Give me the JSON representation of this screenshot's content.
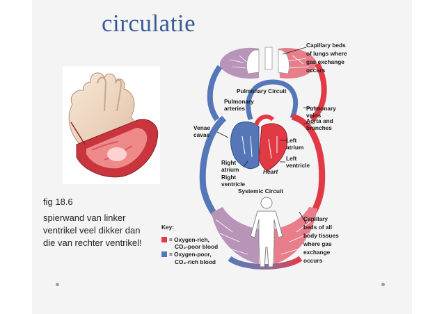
{
  "slide": {
    "title": "circulatie",
    "fig_label": "fig 18.6",
    "caption": "spierwand van linker ventrikel veel dikker dan die van rechter ventrikel!"
  },
  "diagram": {
    "capillary_lungs": [
      "Capillary beds",
      "of lungs where",
      "gas exchange",
      "occurs"
    ],
    "pulmonary_circuit": "Pulmonary Circuit",
    "pulmonary_arteries": [
      "Pulmonary",
      "arteries"
    ],
    "pulmonary_veins": [
      "Pulmonary",
      "veins"
    ],
    "aorta": [
      "Aorta and",
      "branches"
    ],
    "venae_cavae": [
      "Venae",
      "cavae"
    ],
    "left_atrium": [
      "Left",
      "atrium"
    ],
    "left_ventricle": [
      "Left",
      "ventricle"
    ],
    "right_atrium": [
      "Right",
      "atrium"
    ],
    "right_ventricle": [
      "Right",
      "ventricle"
    ],
    "heart": "Heart",
    "systemic_circuit": "Systemic Circuit",
    "capillary_body": [
      "Capillary",
      "beds of all",
      "body tissues",
      "where gas",
      "exchange",
      "occurs"
    ],
    "key_title": "Key:",
    "key_oxygen_rich": [
      "= Oxygen-rich,",
      "CO₂-poor blood"
    ],
    "key_oxygen_poor": [
      "= Oxygen-poor,",
      "CO₂-rich blood"
    ]
  },
  "colors": {
    "oxygen_rich": "#e23a45",
    "oxygen_poor": "#5577b8",
    "title": "#3a5d98"
  }
}
